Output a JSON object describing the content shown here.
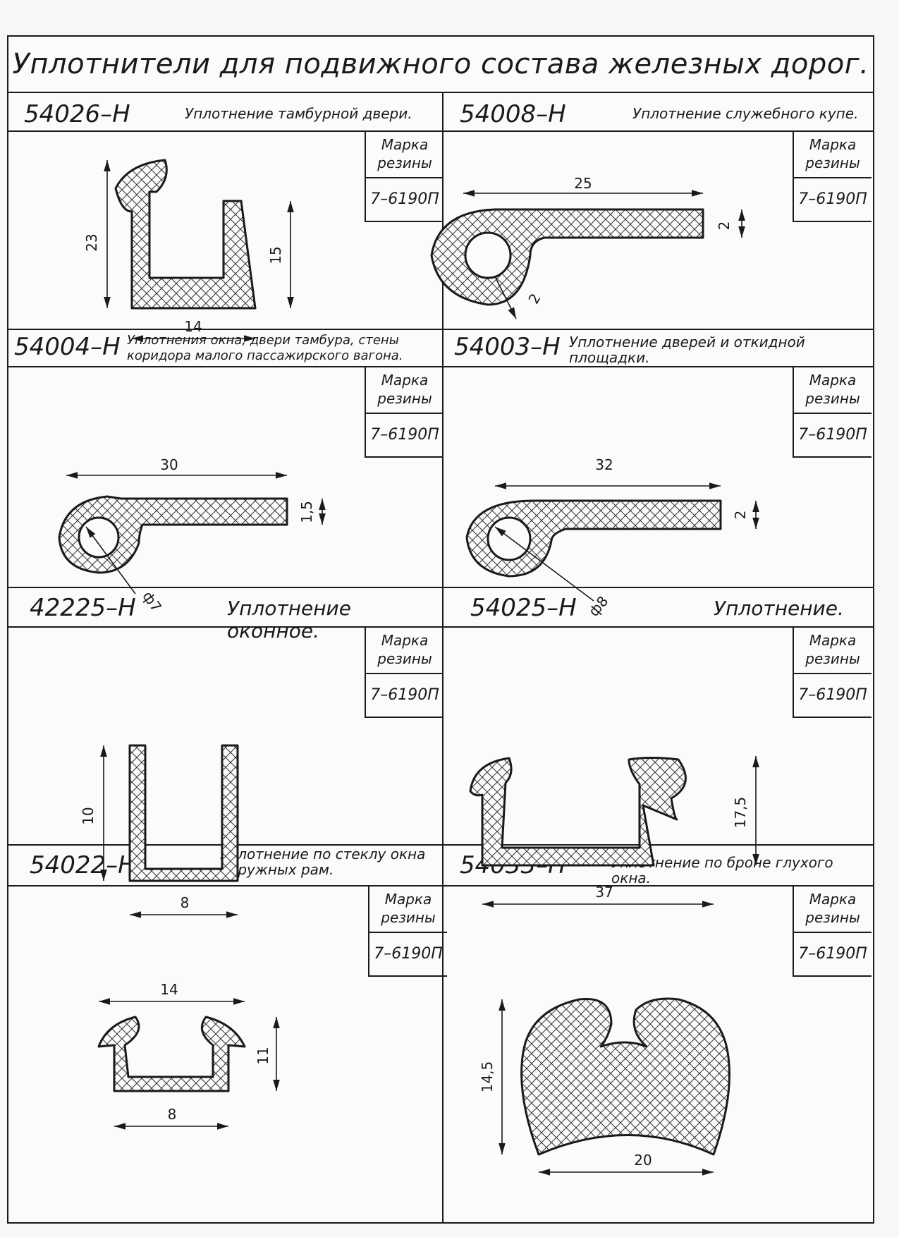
{
  "sheet_title": "Уплотнители для подвижного состава железных дорог.",
  "grade_label_line1": "Марка",
  "grade_label_line2": "резины",
  "panels": [
    {
      "code": "54026–Н",
      "desc": "Уплотнение тамбурной двери.",
      "grade": "7–6190П",
      "dims": [
        "23",
        "15",
        "14"
      ]
    },
    {
      "code": "54008–Н",
      "desc": "Уплотнение служебного купе.",
      "grade": "7–6190П",
      "dims": [
        "25",
        "2",
        "2"
      ]
    },
    {
      "code": "54004–Н",
      "desc": "Уплотнения окна, двери тамбура, стены коридора малого пассажирского вагона.",
      "grade": "7–6190П",
      "dims": [
        "30",
        "1,5",
        "ф7"
      ]
    },
    {
      "code": "54003–Н",
      "desc": "Уплотнение дверей и откидной площадки.",
      "grade": "7–6190П",
      "dims": [
        "32",
        "2",
        "ф8"
      ]
    },
    {
      "code": "42225–Н",
      "desc": "Уплотнение оконное.",
      "grade": "7–6190П",
      "dims": [
        "10",
        "8"
      ]
    },
    {
      "code": "54025–Н",
      "desc": "Уплотнение.",
      "grade": "7–6190П",
      "dims": [
        "17,5",
        "37"
      ]
    },
    {
      "code": "54022–Н",
      "desc": "Уплотнение по стеклу окна наружных рам.",
      "grade": "7–6190П",
      "dims": [
        "14",
        "11",
        "8"
      ]
    },
    {
      "code": "54033–Н",
      "desc": "Уплотнение по броне глухого окна.",
      "grade": "7–6190П",
      "dims": [
        "14,5",
        "20"
      ]
    }
  ]
}
